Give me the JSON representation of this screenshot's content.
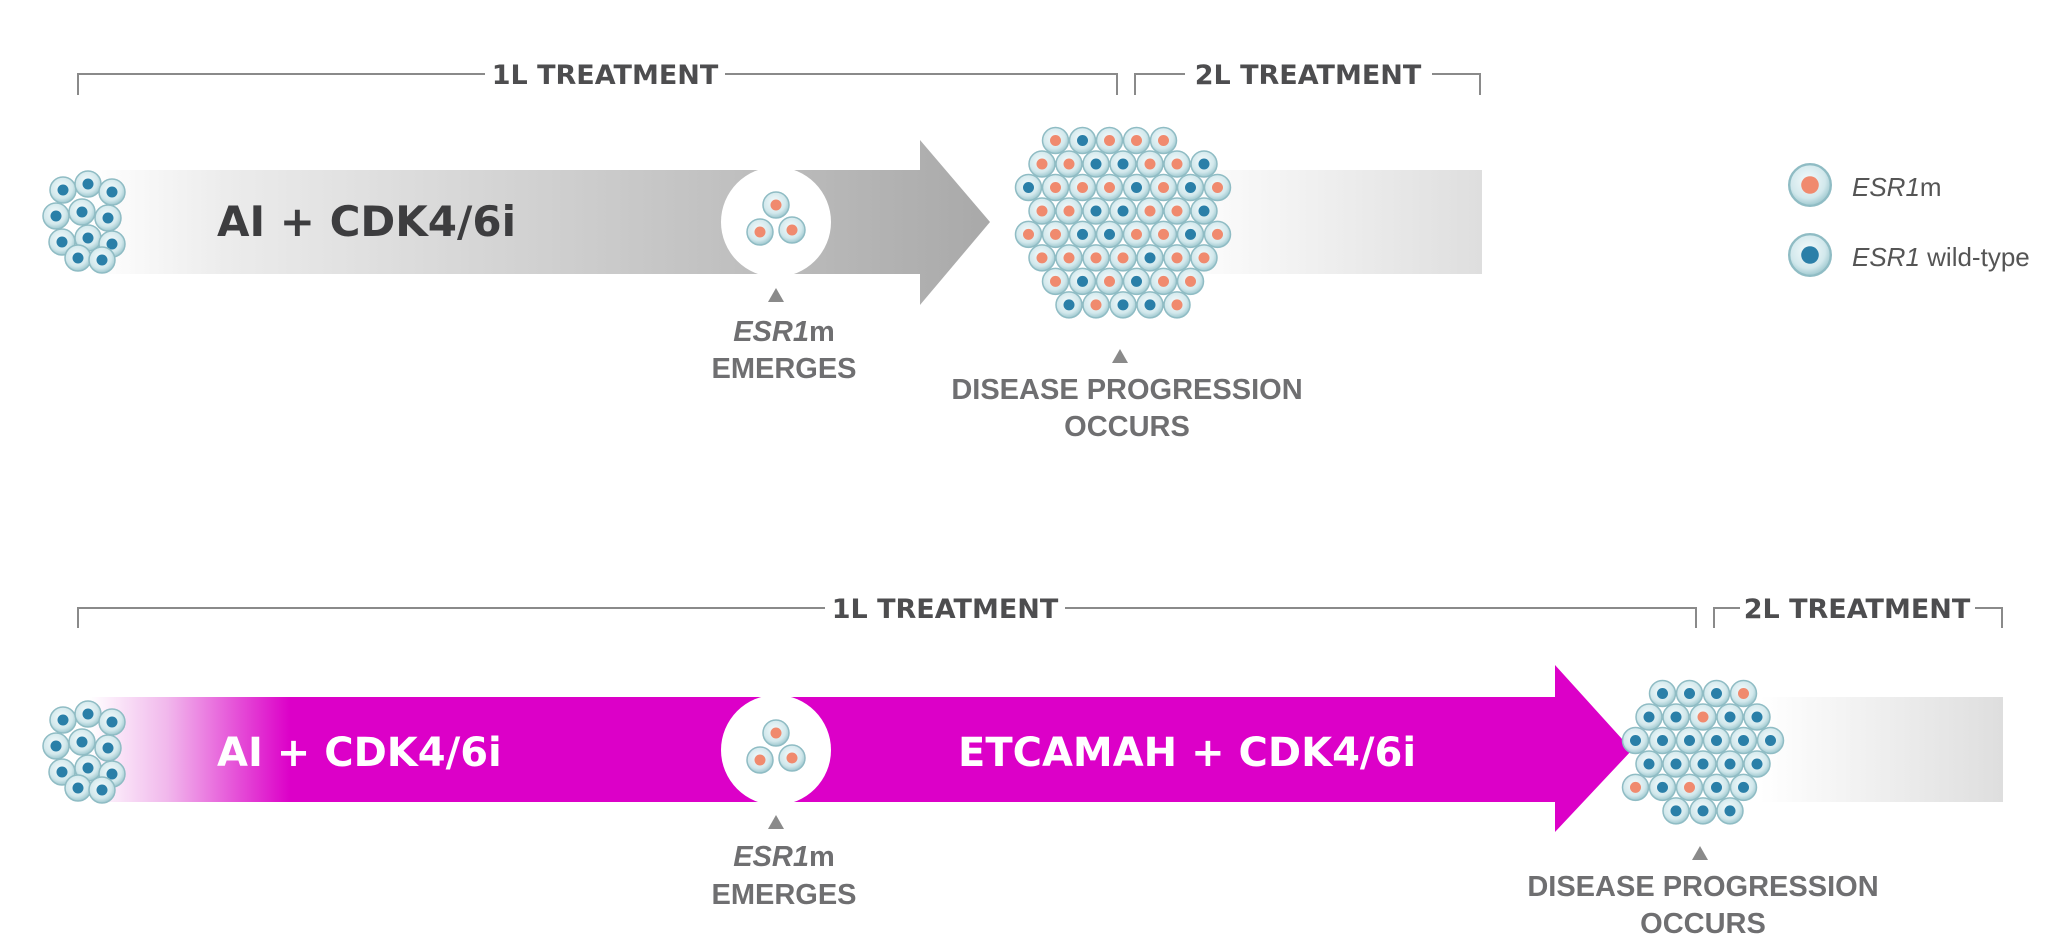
{
  "colors": {
    "bracket": "#8a8a8a",
    "bracket_text": "#4d4d4f",
    "gray_arrow_dark": "#adadad",
    "magenta_arrow": "#dc00c8",
    "cell_wild_nucleus": "#2a7fa8",
    "cell_mutant_nucleus": "#f08a6e",
    "cell_body": "#cfe6ea",
    "caption": "#6f6f71"
  },
  "top": {
    "bracket_1l": "1L TREATMENT",
    "bracket_2l": "2L TREATMENT",
    "arrow_label": "AI + CDK4/6i",
    "emerges": {
      "gene": "ESR1",
      "suffix": "m",
      "line2": "EMERGES"
    },
    "progression": {
      "line1": "DISEASE PROGRESSION",
      "line2": "OCCURS"
    }
  },
  "bottom": {
    "bracket_1l": "1L TREATMENT",
    "bracket_2l": "2L TREATMENT",
    "arrow_label_1": "AI + CDK4/6i",
    "arrow_label_2": "ETCAMAH + CDK4/6i",
    "emerges": {
      "gene": "ESR1",
      "suffix": "m",
      "line2": "EMERGES"
    },
    "progression": {
      "line1": "DISEASE PROGRESSION",
      "line2": "OCCURS"
    }
  },
  "legend": {
    "mutant": {
      "gene": "ESR1",
      "suffix": "m",
      "icon": "esr1-mutant-cell-icon"
    },
    "wild": {
      "gene": "ESR1",
      "suffix": " wild-type",
      "icon": "esr1-wild-type-cell-icon"
    }
  }
}
